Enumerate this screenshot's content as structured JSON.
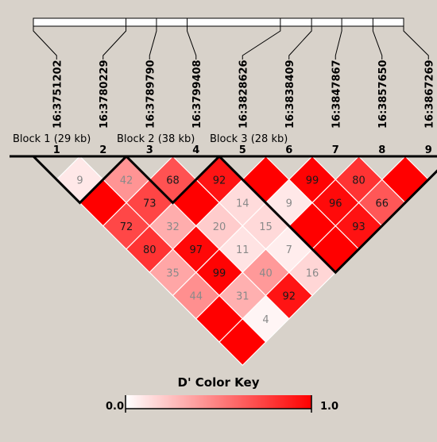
{
  "colors": {
    "background": "#d8d2ca",
    "high_ld": "#ff0000",
    "low_ld": "#ffffff",
    "outline": "#000000",
    "text_dark": "#1a1a1a",
    "text_light": "#8a8a8a"
  },
  "snps": [
    {
      "index": "1",
      "name": "16:3751202"
    },
    {
      "index": "2",
      "name": "16:3780229"
    },
    {
      "index": "3",
      "name": "16:3789790"
    },
    {
      "index": "4",
      "name": "16:3799408"
    },
    {
      "index": "5",
      "name": "16:3828626"
    },
    {
      "index": "6",
      "name": "16:3838409"
    },
    {
      "index": "7",
      "name": "16:3847867"
    },
    {
      "index": "8",
      "name": "16:3857650"
    },
    {
      "index": "9",
      "name": "16:3867269"
    }
  ],
  "blocks": [
    {
      "label": "Block 1 (29 kb)",
      "start": 1,
      "end": 2
    },
    {
      "label": "Block 2 (38 kb)",
      "start": 3,
      "end": 4
    },
    {
      "label": "Block 3 (28 kb)",
      "start": 5,
      "end": 9
    }
  ],
  "ld_cells": [
    {
      "i": 1,
      "j": 2,
      "d": 0.09,
      "label": "9"
    },
    {
      "i": 2,
      "j": 3,
      "d": 0.42,
      "label": "42"
    },
    {
      "i": 3,
      "j": 4,
      "d": 0.68,
      "label": "68"
    },
    {
      "i": 4,
      "j": 5,
      "d": 0.92,
      "label": "92"
    },
    {
      "i": 5,
      "j": 6,
      "d": 1.0,
      "label": ""
    },
    {
      "i": 6,
      "j": 7,
      "d": 0.99,
      "label": "99"
    },
    {
      "i": 7,
      "j": 8,
      "d": 0.8,
      "label": "80"
    },
    {
      "i": 8,
      "j": 9,
      "d": 1.0,
      "label": ""
    },
    {
      "i": 1,
      "j": 3,
      "d": 1.0,
      "label": ""
    },
    {
      "i": 2,
      "j": 4,
      "d": 0.73,
      "label": "73"
    },
    {
      "i": 3,
      "j": 5,
      "d": 1.0,
      "label": ""
    },
    {
      "i": 4,
      "j": 6,
      "d": 0.14,
      "label": "14"
    },
    {
      "i": 5,
      "j": 7,
      "d": 0.09,
      "label": "9"
    },
    {
      "i": 6,
      "j": 8,
      "d": 0.96,
      "label": "96"
    },
    {
      "i": 7,
      "j": 9,
      "d": 0.66,
      "label": "66"
    },
    {
      "i": 1,
      "j": 4,
      "d": 0.72,
      "label": "72"
    },
    {
      "i": 2,
      "j": 5,
      "d": 0.32,
      "label": "32"
    },
    {
      "i": 3,
      "j": 6,
      "d": 0.2,
      "label": "20"
    },
    {
      "i": 4,
      "j": 7,
      "d": 0.15,
      "label": "15"
    },
    {
      "i": 5,
      "j": 8,
      "d": 1.0,
      "label": ""
    },
    {
      "i": 6,
      "j": 9,
      "d": 0.93,
      "label": "93"
    },
    {
      "i": 1,
      "j": 5,
      "d": 0.8,
      "label": "80"
    },
    {
      "i": 2,
      "j": 6,
      "d": 0.97,
      "label": "97"
    },
    {
      "i": 3,
      "j": 7,
      "d": 0.11,
      "label": "11"
    },
    {
      "i": 4,
      "j": 8,
      "d": 0.07,
      "label": "7"
    },
    {
      "i": 5,
      "j": 9,
      "d": 1.0,
      "label": ""
    },
    {
      "i": 1,
      "j": 6,
      "d": 0.35,
      "label": "35"
    },
    {
      "i": 2,
      "j": 7,
      "d": 0.99,
      "label": "99"
    },
    {
      "i": 3,
      "j": 8,
      "d": 0.4,
      "label": "40"
    },
    {
      "i": 4,
      "j": 9,
      "d": 0.16,
      "label": "16"
    },
    {
      "i": 1,
      "j": 7,
      "d": 0.44,
      "label": "44"
    },
    {
      "i": 2,
      "j": 8,
      "d": 0.31,
      "label": "31"
    },
    {
      "i": 3,
      "j": 9,
      "d": 0.92,
      "label": "92"
    },
    {
      "i": 1,
      "j": 8,
      "d": 1.0,
      "label": ""
    },
    {
      "i": 2,
      "j": 9,
      "d": 0.04,
      "label": "4"
    },
    {
      "i": 1,
      "j": 9,
      "d": 1.0,
      "label": ""
    }
  ],
  "color_key": {
    "title": "D' Color Key",
    "min_label": "0.0",
    "max_label": "1.0"
  }
}
